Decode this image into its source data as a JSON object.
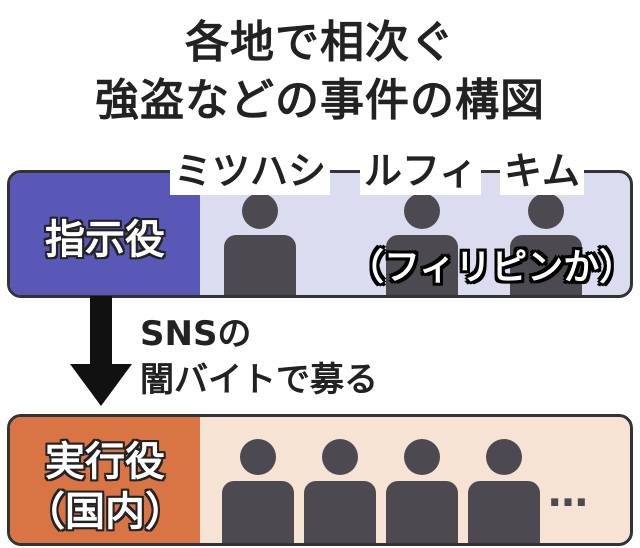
{
  "title": {
    "line1": "各地で相次ぐ",
    "line2": "強盗などの事件の構図"
  },
  "instructors": {
    "label": "指示役",
    "names": [
      "ミツハシ",
      "ルフィ",
      "キム"
    ],
    "location": "（フィリピンか）",
    "color": "#5a58b6",
    "panel_color": "#dcdcf0"
  },
  "recruitment": {
    "line1": "SNSの",
    "line2": "闇バイトで募る"
  },
  "executors": {
    "label_line1": "実行役",
    "label_line2": "（国内）",
    "more": "…",
    "color": "#d97445",
    "panel_color": "#f6e3d4"
  },
  "icons": [
    "person-icon",
    "arrow-down-icon"
  ]
}
